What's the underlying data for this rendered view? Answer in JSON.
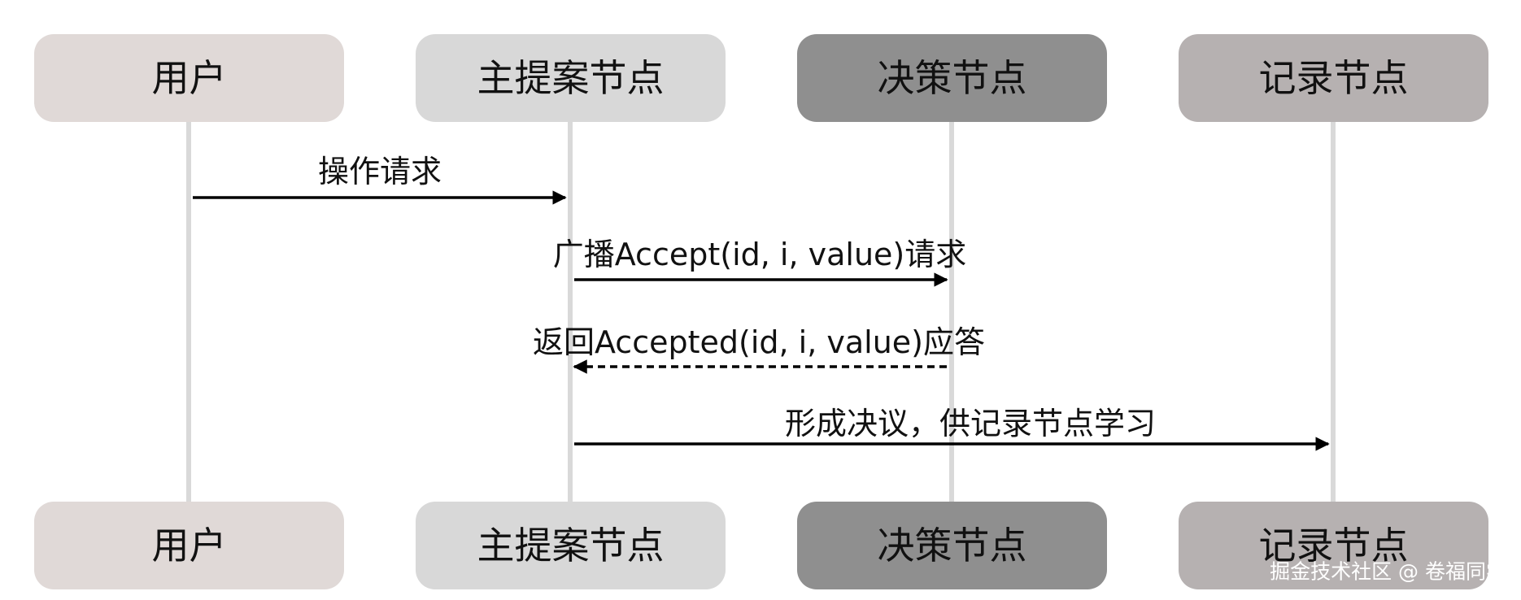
{
  "actors": [
    {
      "id": "user",
      "label": "用户",
      "color": "#e0d9d7"
    },
    {
      "id": "proposer",
      "label": "主提案节点",
      "color": "#d8d8d8"
    },
    {
      "id": "acceptor",
      "label": "决策节点",
      "color": "#8f8f8f"
    },
    {
      "id": "learner",
      "label": "记录节点",
      "color": "#b6b1b1"
    }
  ],
  "messages": [
    {
      "label": "操作请求",
      "from": "user",
      "to": "proposer",
      "style": "solid"
    },
    {
      "label": "广播Accept(id, i, value)请求",
      "from": "proposer",
      "to": "acceptor",
      "style": "solid"
    },
    {
      "label": "返回Accepted(id, i, value)应答",
      "from": "acceptor",
      "to": "proposer",
      "style": "dashed"
    },
    {
      "label": "形成决议，供记录节点学习",
      "from": "proposer",
      "to": "learner",
      "style": "solid"
    }
  ],
  "watermark": "掘金技术社区 @ 卷福同学",
  "colors": {
    "lifeline": "#d9d9d9",
    "arrow": "#000000",
    "text": "#111111"
  }
}
